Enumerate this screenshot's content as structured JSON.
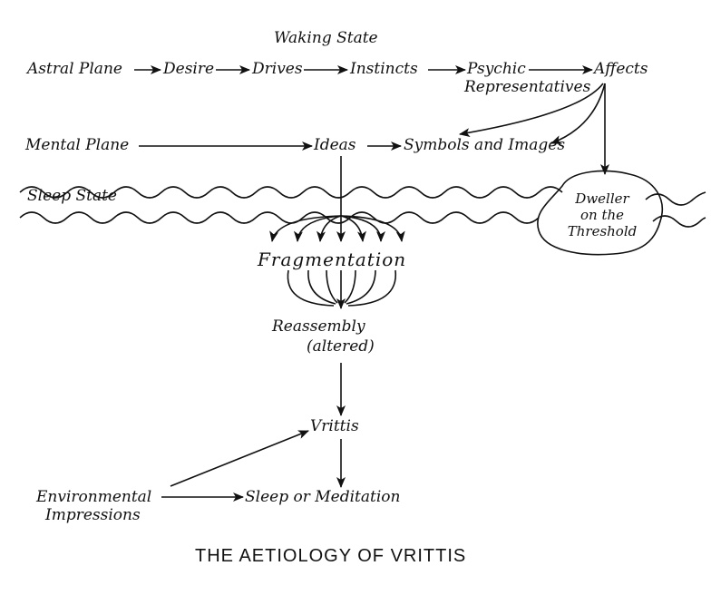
{
  "labels": {
    "waking_state": "Waking State",
    "astral_plane": "Astral Plane",
    "desire": "Desire",
    "drives": "Drives",
    "instincts": "Instincts",
    "psychic": "Psychic",
    "representatives": "Representatives",
    "affects": "Affects",
    "mental_plane": "Mental Plane",
    "ideas": "Ideas",
    "symbols_images": "Symbols and Images",
    "sleep_state": "Sleep State",
    "dweller_1": "Dweller",
    "dweller_2": "on the",
    "dweller_3": "Threshold",
    "fragmentation": "Fragmentation",
    "reassembly": "Reassembly",
    "altered": "(altered)",
    "vrittis": "Vrittis",
    "environmental": "Environmental",
    "impressions": "Impressions",
    "sleep_meditation": "Sleep or Meditation"
  },
  "caption": "THE AETIOLOGY OF VRITTIS",
  "colors": {
    "ink": "#111111",
    "background": "#ffffff"
  }
}
